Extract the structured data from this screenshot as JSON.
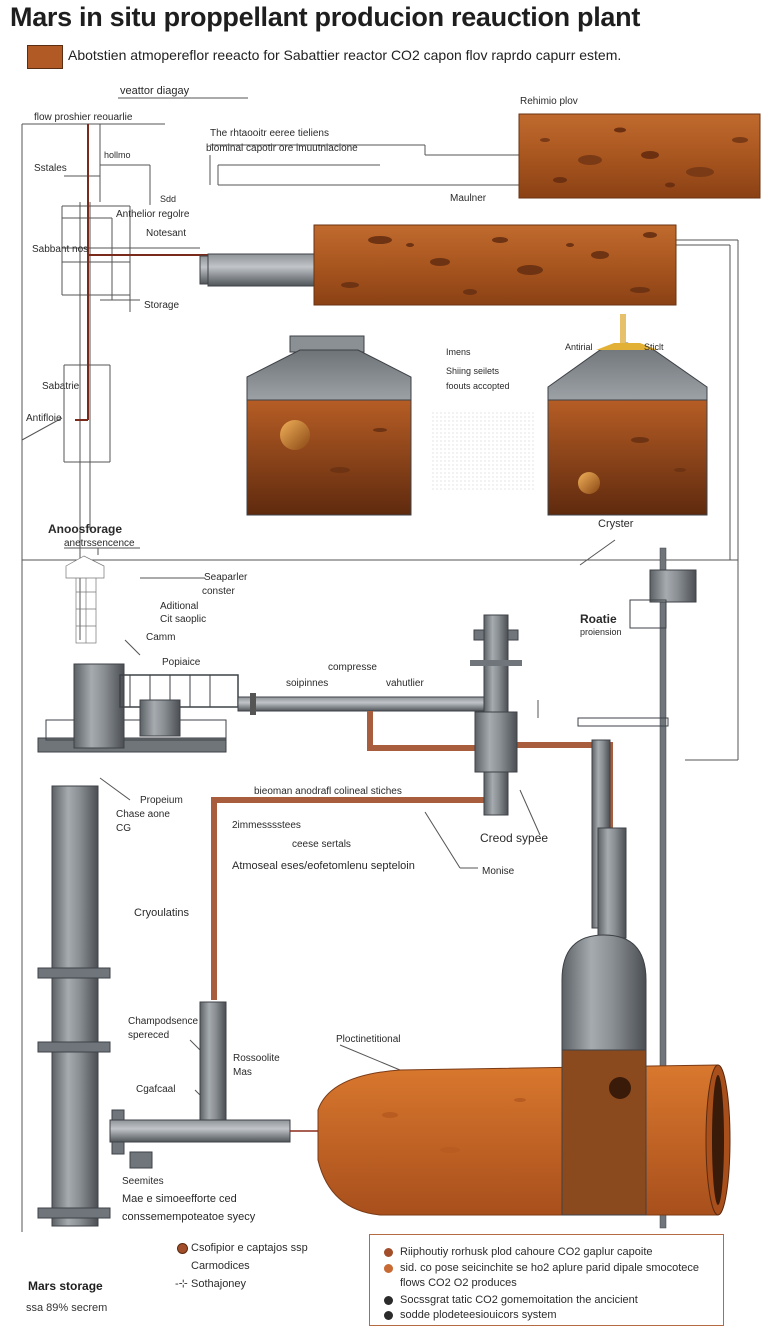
{
  "header": {
    "title": "Mars in situ proppellant producion reauction plant",
    "subtitle": "Abotstien atmopereflor reeacto  for Sabattier  reactor CO2 capon flov raprdo capurr estem."
  },
  "labels": {
    "vector_diagram": "veattor diagay",
    "flow_prosher": "flow proshier reouarlie",
    "sstates": "Sstales",
    "hollmo": "hollmo",
    "sd": "Sdd",
    "antihelior_regolre": "Anthelior regolre",
    "notesant": "Notesant",
    "saltant": "Sabbant nos",
    "storage": "Storage",
    "sabatrie": "Sabatrie",
    "antifloie": "Antifloie",
    "anoo_storage": "Anoosforage",
    "anoo_sub": "anetrssencence",
    "callout_top_1": "The rhtaooitr eeree tieliens",
    "callout_top_2": "blominal capotir ore imuutniacione",
    "rehimio_plov": "Rehimio plov",
    "mauuler": "Maulner",
    "imens": "Imens",
    "shiing_1": "Shiing seilets",
    "shiing_2": "foouts accopted",
    "antiral": "Antirial",
    "sticlt": "Sticlt",
    "cryster": "Cryster",
    "separator_1": "Seaparler",
    "separator_2": "conster",
    "additional_1": "Aditional",
    "additional_2": "Cit saoplic",
    "camm": "Camm",
    "popiaice": "Popiaice",
    "compresse": "compresse",
    "soipiners": "soipinnes",
    "vahtier": "vahutlier",
    "rosatie": "Roatie",
    "proiension": "proiension",
    "propresium_1": "Propeium",
    "propresium_2": "Chase aone",
    "propresium_3": "CG",
    "bioman": "bieoman anodrafl colineal stiches",
    "zimuaresectees": "2immesssstees",
    "ceese_sertial": "ceese sertals",
    "atmoseal": "Atmoseal eses/eofetomlenu septeloin",
    "creod": "Creod sypee",
    "moniee": "Monise",
    "cryoutatine": "Cryoulatins",
    "champopotence_1": "Champodsence",
    "champopotence_2": "spereced",
    "roseolite": "Rossoolite",
    "mas": "Mas",
    "caofcaol": "Cgafcaal",
    "ploctinetitional": "Ploctinetitional",
    "seemitos": "Seemites",
    "mar_e_1": "Mae e simoeefforte ced",
    "mar_e_2": "conssemempoteatoe syecy"
  },
  "legend_left": [
    {
      "text": "Csofipior e captajos ssp",
      "icon": "circle"
    },
    {
      "text": "Carmodices",
      "icon": "none"
    },
    {
      "text": "Sothajoney",
      "icon": "valve-symbol"
    }
  ],
  "legend_right": [
    {
      "text": "Riiphoutiy rorhusk plod cahoure CO2 gaplur capoite",
      "color": "#a24e2a"
    },
    {
      "text": "sid. co pose seicinchite se ho2 aplure parid dipale smocotece flows CO2 O2 produces",
      "color": "#c86a33"
    },
    {
      "text": "Socssgrat tatic CO2 gomemoitation the ancicient",
      "color": "#2b2b2b"
    },
    {
      "text": "sodde plodeteesiouicors system",
      "color": "#2b2b2b"
    }
  ],
  "footer": {
    "storage_title": "Mars storage",
    "storage_value": "ssa 89% secrem"
  },
  "colors": {
    "mars_orange": "#b25a26",
    "mars_dark": "#7a3a16",
    "steel": "#6f757b",
    "steel_dark": "#3e4247",
    "pipe_copper": "#a85d3c",
    "line_red": "#8b2a1c"
  }
}
